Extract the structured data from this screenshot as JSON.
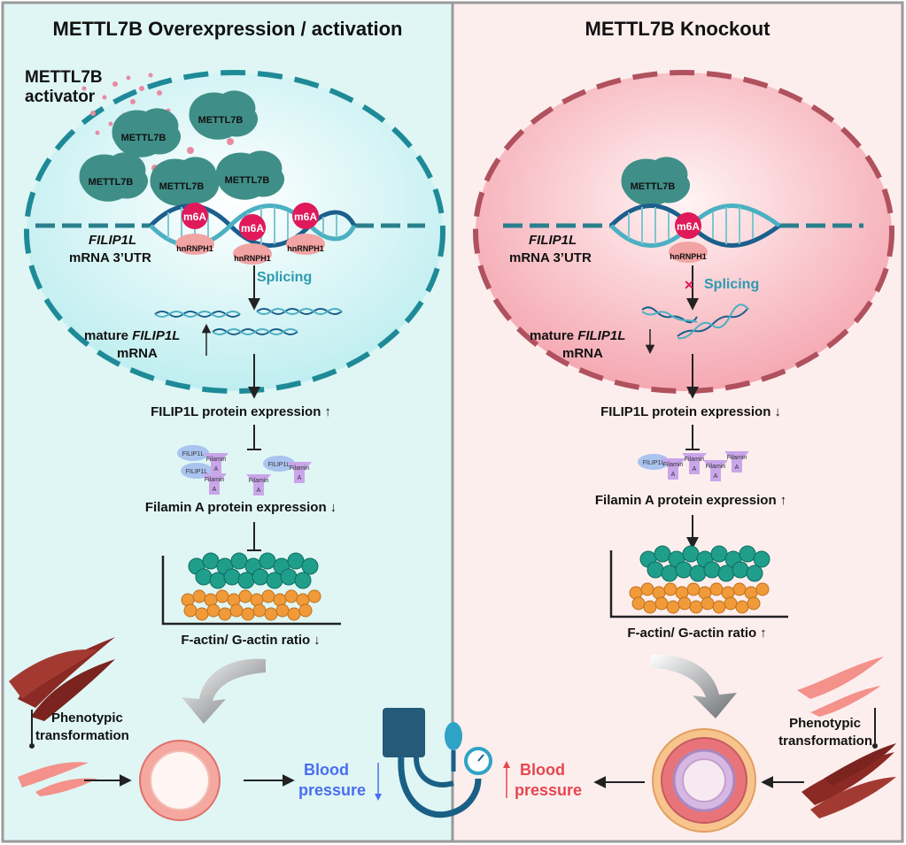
{
  "left_panel": {
    "title": "METTL7B Overexpression / activation",
    "activator_line1": "METTL7B",
    "activator_line2": "activator",
    "enzyme_label": "METTL7B",
    "modification_label": "m6A",
    "reader_label": "hnRNPH1",
    "utr_gene": "FILIP1L",
    "utr_suffix": "mRNA  3’UTR",
    "splicing_label": "Splicing",
    "mature_prefix": "mature ",
    "mature_gene": "FILIP1L",
    "mature_suffix": "mRNA",
    "protein_expression": "FILIP1L protein expression",
    "filip1l_label": "FILIP1L",
    "filamin_label_1": "Filamin",
    "filamin_label_2": "A",
    "filamin_expression": "Filamin A protein expression",
    "actin_ratio": "F-actin/ G-actin ratio",
    "phenotypic_1": "Phenotypic",
    "phenotypic_2": "transformation",
    "bp_1": "Blood",
    "bp_2": "pressure"
  },
  "right_panel": {
    "title": "METTL7B Knockout",
    "enzyme_label": "METTL7B",
    "modification_label": "m6A",
    "reader_label": "hnRNPH1",
    "utr_gene": "FILIP1L",
    "utr_suffix": "mRNA  3’UTR",
    "splicing_label": "Splicing",
    "mature_prefix": "mature ",
    "mature_gene": "FILIP1L",
    "mature_suffix": "mRNA",
    "protein_expression": "FILIP1L protein expression",
    "filip1l_label": "FILIP1L",
    "filamin_label_1": "Filamin",
    "filamin_label_2": "A",
    "filamin_expression": "Filamin A protein expression",
    "actin_ratio": "F-actin/ G-actin ratio",
    "phenotypic_1": "Phenotypic",
    "phenotypic_2": "transformation",
    "bp_1": "Blood",
    "bp_2": "pressure"
  },
  "arrows": {
    "up": "↑",
    "down": "↓",
    "blocked": "×"
  },
  "colors": {
    "left_bg": "#dff6f5",
    "right_bg": "#fdeeee",
    "left_cell_border": "#1f8a97",
    "right_cell_border": "#b0525e",
    "enzyme": "#3f8f88",
    "m6a": "#e0195a",
    "reader": "#f2a3a3",
    "splicing_text": "#2d9bb0",
    "dna": "#1b5f8d",
    "blood_down": "#4a6ef0",
    "blood_up": "#e6464f",
    "filip1l": "#a9c4ef",
    "filamin": "#c9a6ea",
    "g_actin": "#1f9e8b",
    "f_actin": "#f09a3a",
    "smc": "#8b2a25"
  },
  "icons": [
    "activator-dots-icon",
    "dna-helix-icon",
    "sphygmomanometer-icon",
    "smooth-muscle-cell-icon",
    "blood-vessel-icon",
    "actin-filament-icon"
  ]
}
